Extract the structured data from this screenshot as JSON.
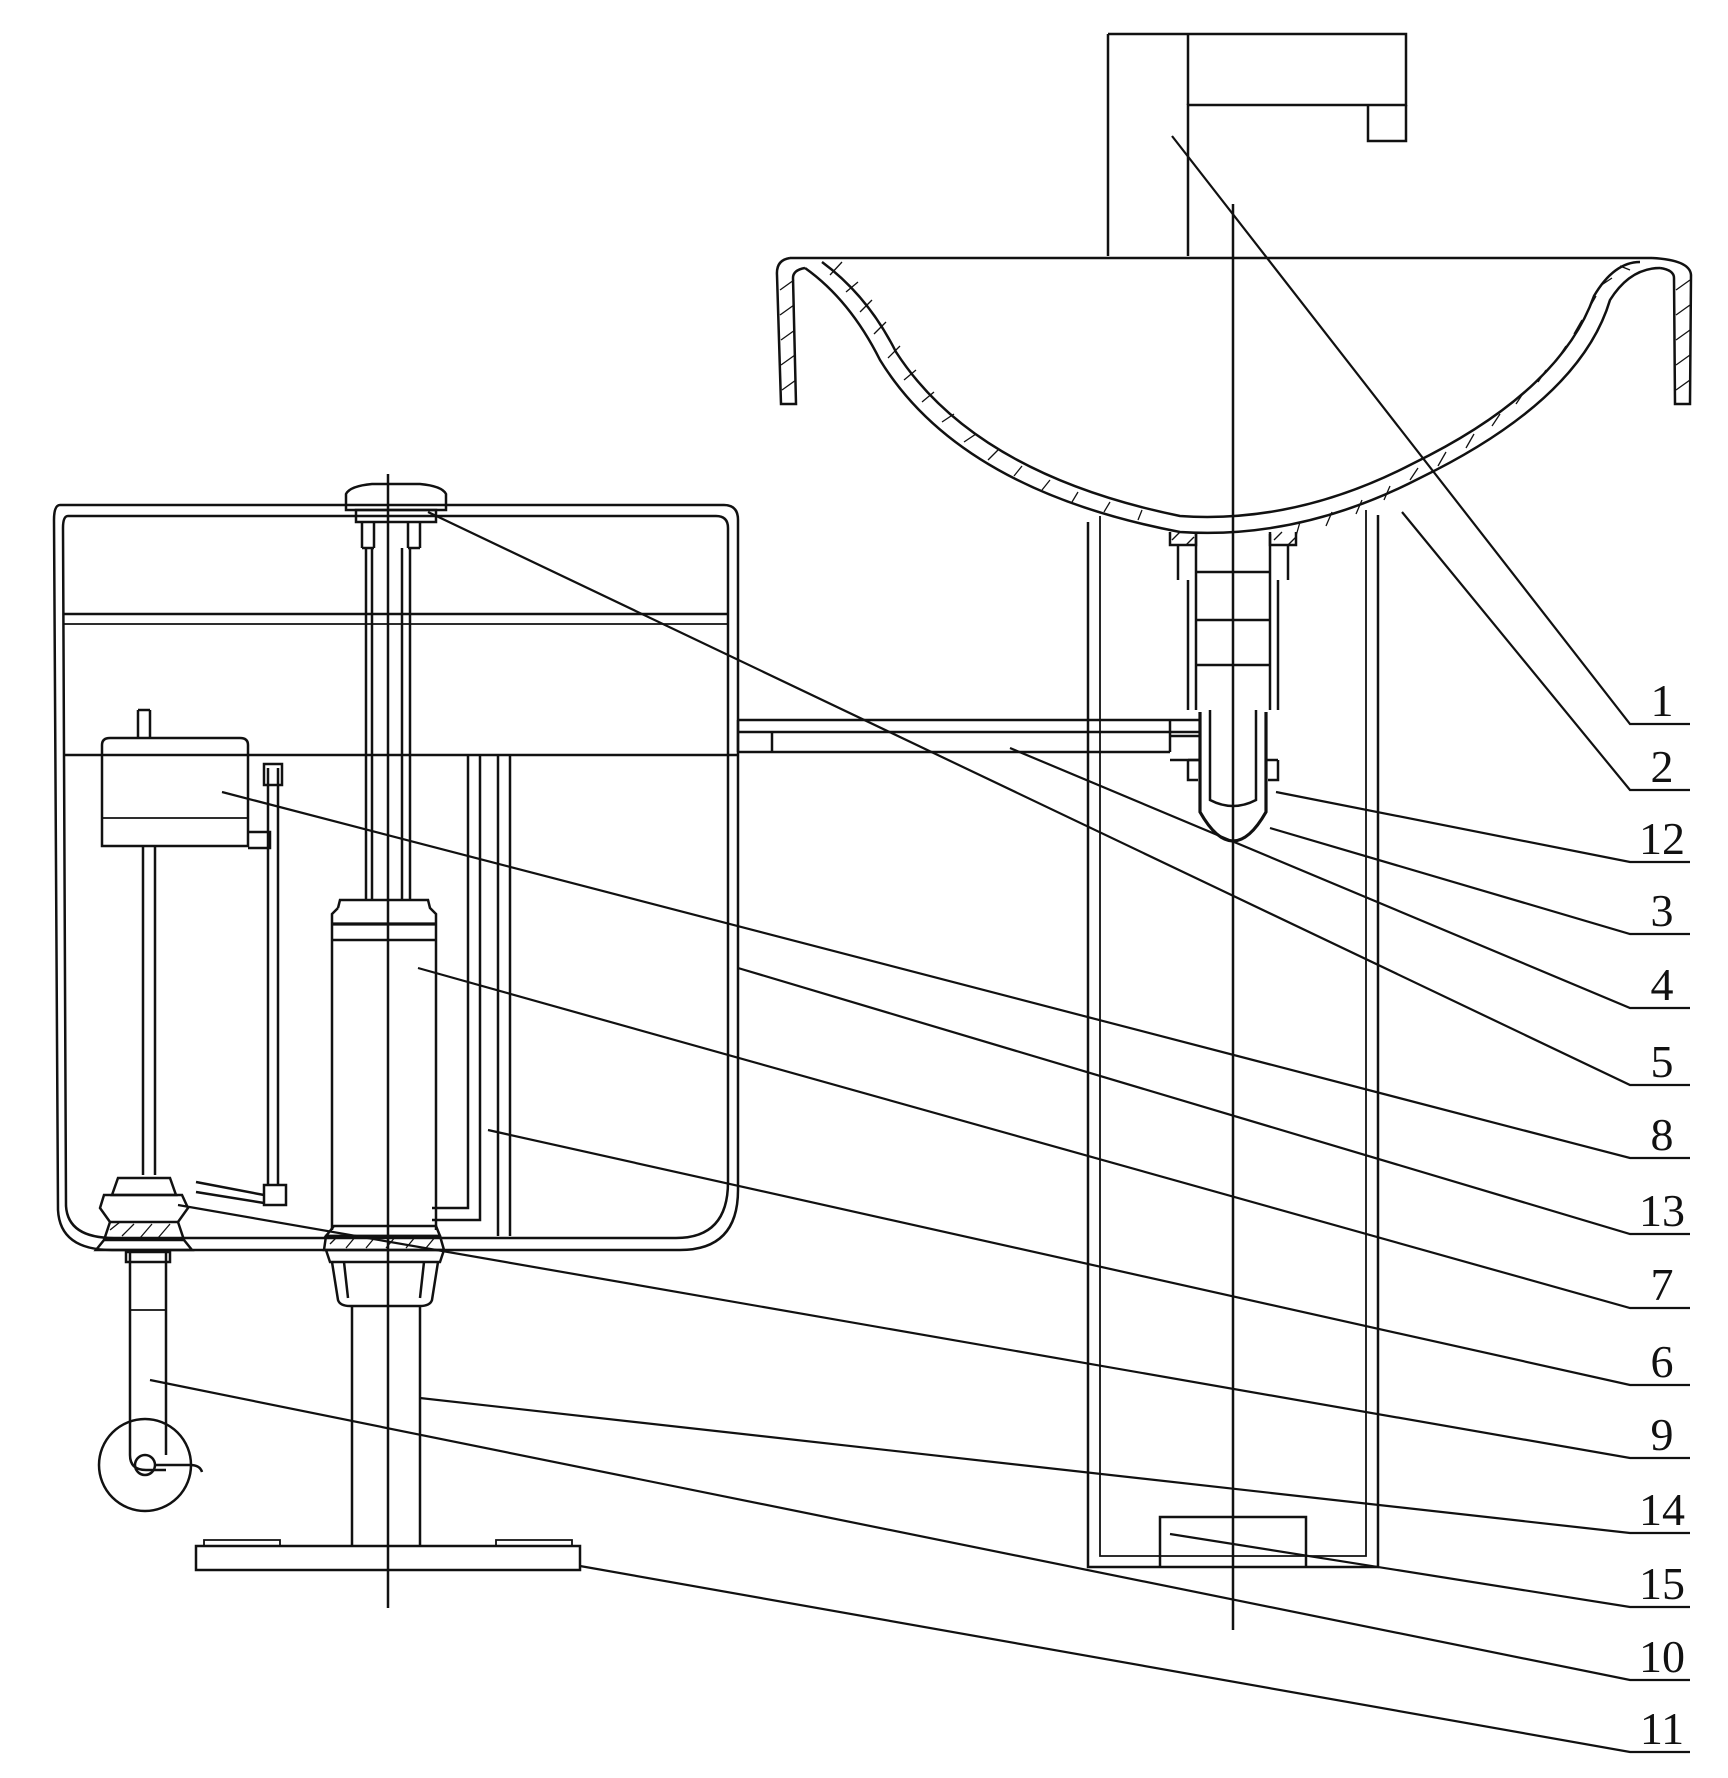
{
  "reference_numerals": [
    {
      "id": "1",
      "text": "1"
    },
    {
      "id": "2",
      "text": "2"
    },
    {
      "id": "12",
      "text": "12"
    },
    {
      "id": "3",
      "text": "3"
    },
    {
      "id": "4",
      "text": "4"
    },
    {
      "id": "5",
      "text": "5"
    },
    {
      "id": "8",
      "text": "8"
    },
    {
      "id": "13",
      "text": "13"
    },
    {
      "id": "7",
      "text": "7"
    },
    {
      "id": "6",
      "text": "6"
    },
    {
      "id": "9",
      "text": "9"
    },
    {
      "id": "14",
      "text": "14"
    },
    {
      "id": "15",
      "text": "15"
    },
    {
      "id": "10",
      "text": "10"
    },
    {
      "id": "11",
      "text": "11"
    }
  ],
  "colors": {
    "ink": "#111111",
    "paper": "#ffffff"
  }
}
